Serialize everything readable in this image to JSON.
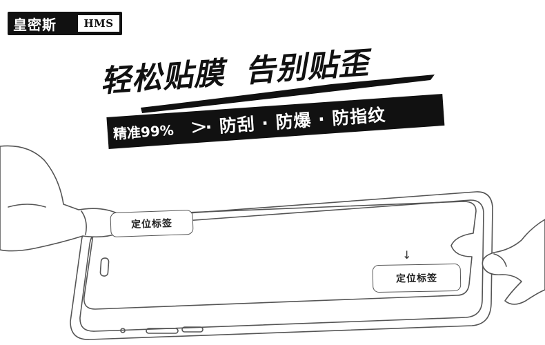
{
  "logo": {
    "chinese_name": "皇密斯",
    "english_name": "HMS"
  },
  "headline": {
    "part1": "轻松贴膜",
    "part2": "告别贴歪"
  },
  "band": {
    "accuracy": "精准99%",
    "chevron": ">",
    "features": "· 防刮 · 防爆 · 防指纹"
  },
  "labels": {
    "left": "定位标签",
    "right": "定位标签",
    "arrow": "↓"
  },
  "colors": {
    "ink": "#111111",
    "background": "#ffffff",
    "line_art": "#555555"
  }
}
